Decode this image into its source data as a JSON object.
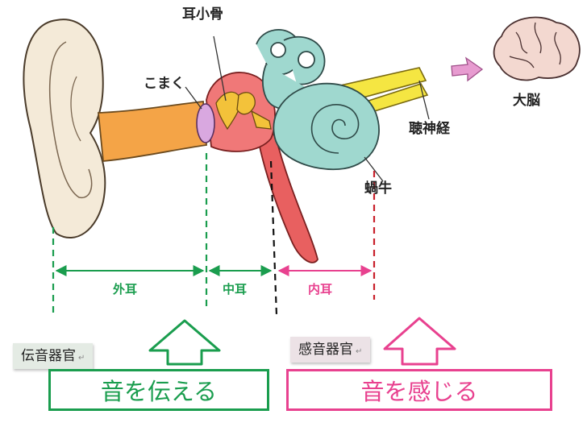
{
  "labels": {
    "ossicles": "耳小骨",
    "eardrum": "こまく",
    "brain": "大脳",
    "auditory_nerve": "聴神経",
    "cochlea": "蝸牛"
  },
  "regions": {
    "outer_ear": "外耳",
    "middle_ear": "中耳",
    "inner_ear": "内耳"
  },
  "tags": {
    "conductive": "伝音器官",
    "sensory": "感音器官",
    "return_mark": "↵"
  },
  "boxes": {
    "transmit": "音を伝える",
    "sense": "音を感じる"
  },
  "colors": {
    "green": "#1a9d4e",
    "pink": "#e8418f",
    "red": "#c8202b",
    "tag_bg": "#e4ebe4"
  }
}
